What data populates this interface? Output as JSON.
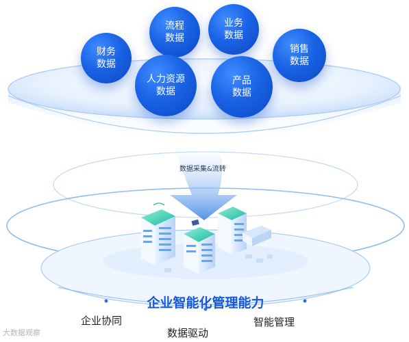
{
  "bubbles": [
    {
      "line1": "财务",
      "line2": "数据"
    },
    {
      "line1": "流程",
      "line2": "数据"
    },
    {
      "line1": "业务",
      "line2": "数据"
    },
    {
      "line1": "销售",
      "line2": "数据"
    },
    {
      "line1": "人力资源",
      "line2": "数据"
    },
    {
      "line1": "产品",
      "line2": "数据"
    }
  ],
  "flow_label": "数据采集&流转",
  "title": "企业智能化管理能力",
  "capabilities": [
    "企业协同",
    "数据驱动",
    "智能管理"
  ],
  "watermark": "大数据观察",
  "colors": {
    "bubble": "#1a63e6",
    "title": "#1559d6",
    "ring": "#9fc6f5",
    "arrow": "#4a90e8"
  }
}
